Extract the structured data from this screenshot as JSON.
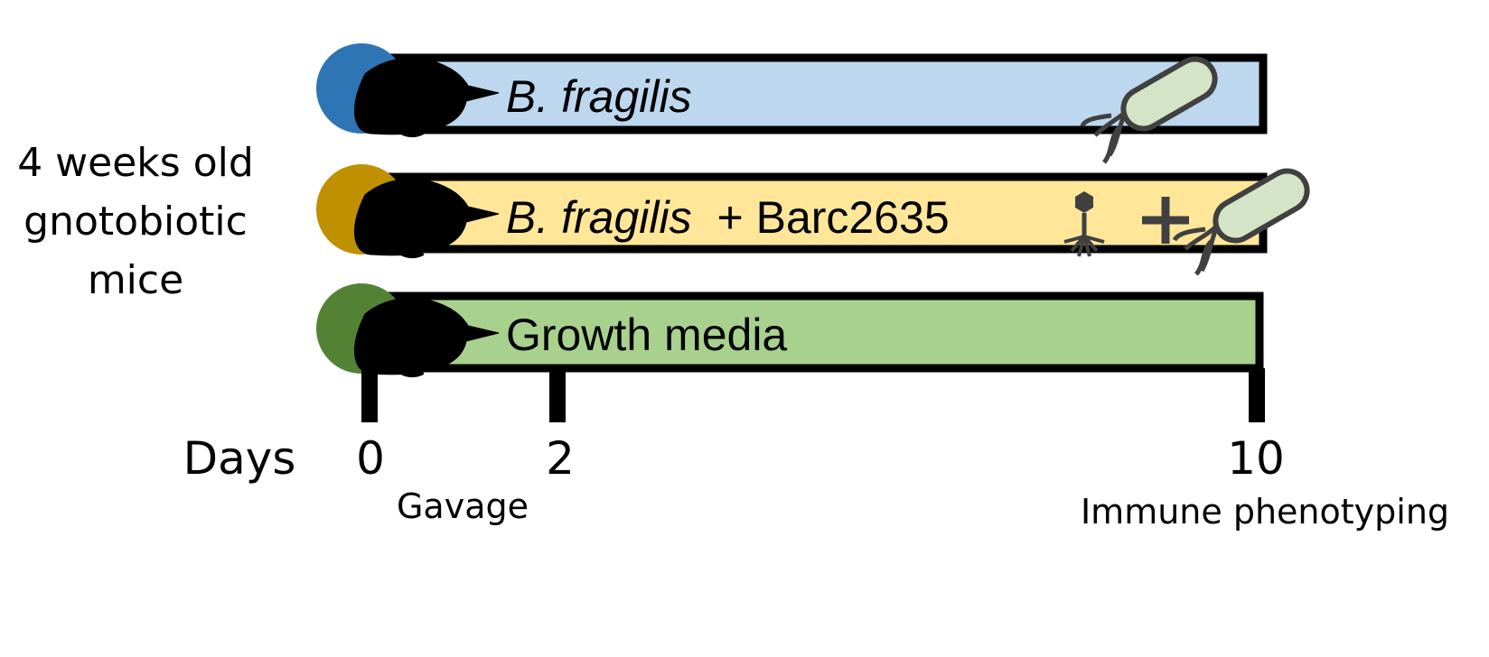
{
  "group_label": {
    "lines": [
      "4 weeks old",
      "gnotobiotic",
      "mice"
    ]
  },
  "rows": [
    {
      "id": "bfragilis",
      "label_italic": "B. fragilis",
      "label_rest": "",
      "fill": "#bdd7ee",
      "mouse_color": "#2e75b6",
      "icons": [
        "bacterium-icon"
      ]
    },
    {
      "id": "bfragilis-phage",
      "label_italic": "B. fragilis",
      "label_rest": "+ Barc2635",
      "fill": "#ffe699",
      "mouse_color": "#bf9000",
      "icons": [
        "phage-icon",
        "plus-icon",
        "bacterium-icon"
      ]
    },
    {
      "id": "growth-media",
      "label_italic": "",
      "label_rest": "Growth media",
      "fill": "#a9d18e",
      "mouse_color": "#548235",
      "icons": []
    }
  ],
  "timeline": {
    "axis_label": "Days",
    "ticks": [
      {
        "day": "0",
        "event": "Gavage"
      },
      {
        "day": "2",
        "event": ""
      },
      {
        "day": "10",
        "event": "Immune phenotyping"
      }
    ]
  },
  "colors": {
    "outline": "#000000",
    "bacterium_fill": "#d5e3c6",
    "icon_stroke": "#404040"
  }
}
